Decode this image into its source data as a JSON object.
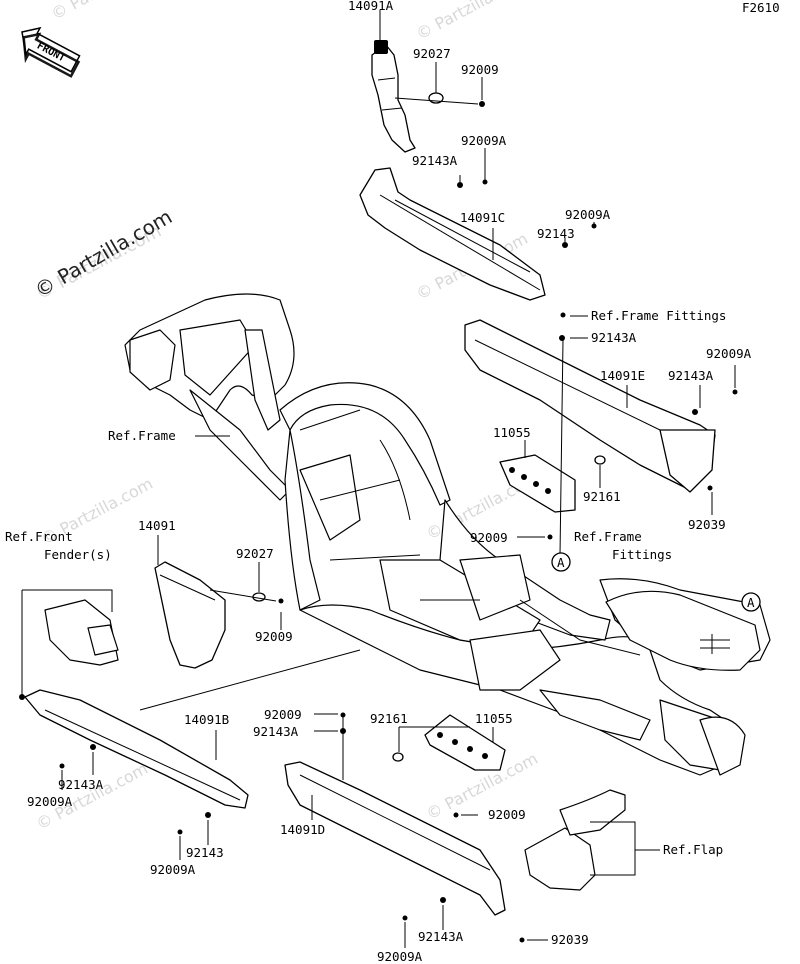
{
  "figure_code": "F2610",
  "watermark": "© Partzilla.com",
  "front_label": "FRONT",
  "marker": "A",
  "labels": {
    "p14091A": "14091A",
    "p92027_top": "92027",
    "p92009_top": "92009",
    "p92009A_1": "92009A",
    "p92143A_1": "92143A",
    "p14091C": "14091C",
    "p92009A_2": "92009A",
    "p92143_1": "92143",
    "ref_frame_fittings_1": "Ref.Frame Fittings",
    "p92143A_2": "92143A",
    "p92009A_3": "92009A",
    "p14091E": "14091E",
    "p92143A_3": "92143A",
    "ref_frame": "Ref.Frame",
    "p11055_1": "11055",
    "p92161_1": "92161",
    "p92039_1": "92039",
    "p92009_2": "92009",
    "ref_frame_fittings_2a": "Ref.Frame",
    "ref_frame_fittings_2b": "Fittings",
    "ref_front_fender_a": "Ref.Front",
    "ref_front_fender_b": "Fender(s)",
    "p14091": "14091",
    "p92027_mid": "92027",
    "p92009_mid": "92009",
    "p14091B": "14091B",
    "p92009_4": "92009",
    "p92143A_4": "92143A",
    "p92161_2": "92161",
    "p11055_2": "11055",
    "p92143A_5": "92143A",
    "p92009A_4": "92009A",
    "p92009_5": "92009",
    "p14091D": "14091D",
    "p92143_2": "92143",
    "p92009A_5": "92009A",
    "ref_flap": "Ref.Flap",
    "p92143A_6": "92143A",
    "p92039_2": "92039",
    "p92009A_6": "92009A"
  }
}
